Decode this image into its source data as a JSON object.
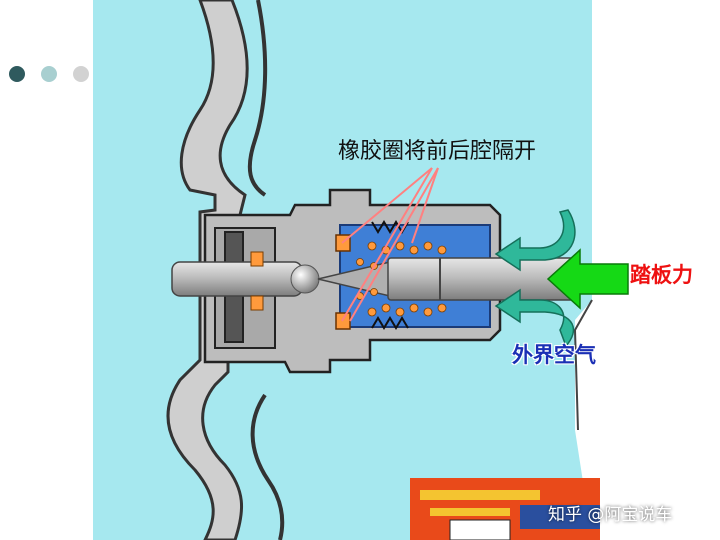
{
  "labels": {
    "rubber_ring": "橡胶圈将前后腔隔开",
    "pedal_force": "踏板力",
    "outside_air": "外界空气"
  },
  "watermark": "知乎 @阿宝说车",
  "colors": {
    "background_fluid": "#a6e8ef",
    "housing": "#bdbdbd",
    "chamber": "#3f7fd6",
    "pedal_arrow": "#15d915",
    "air_arrow": "#2fb89a",
    "pedal_label": "#ee1111",
    "air_label": "#1a2fb5",
    "seal_ring": "#ff9a3c",
    "pointer_line": "#ff8080"
  },
  "nav_dots": [
    "dark-teal",
    "light-teal",
    "light-gray"
  ]
}
